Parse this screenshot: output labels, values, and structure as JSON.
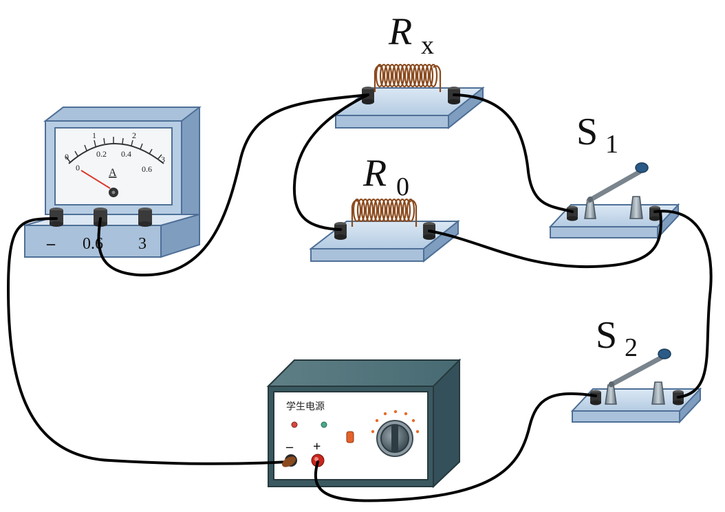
{
  "labels": {
    "rx_letter": "R",
    "rx_sub": "x",
    "r0_letter": "R",
    "r0_sub": "0",
    "s1_letter": "S",
    "s1_sub": "1",
    "s2_letter": "S",
    "s2_sub": "2"
  },
  "ammeter": {
    "unit": "A",
    "terminal_minus": "–",
    "terminal_06": "0.6",
    "terminal_3": "3",
    "scale_top": [
      "0",
      "1",
      "2",
      "3"
    ],
    "scale_bottom": [
      "0",
      "0.2",
      "0.4",
      "0.6"
    ]
  },
  "power_supply": {
    "title": "学生电源",
    "terminal_minus": "–",
    "terminal_plus": "+"
  },
  "colors": {
    "panel_blue": "#b7cde3",
    "panel_edge": "#5a79a3",
    "wire": "#000000",
    "coil": "#8a4a1e",
    "supply_body": "#3f5f66",
    "supply_face": "#ffffff",
    "terminal_red": "#c8261d"
  }
}
